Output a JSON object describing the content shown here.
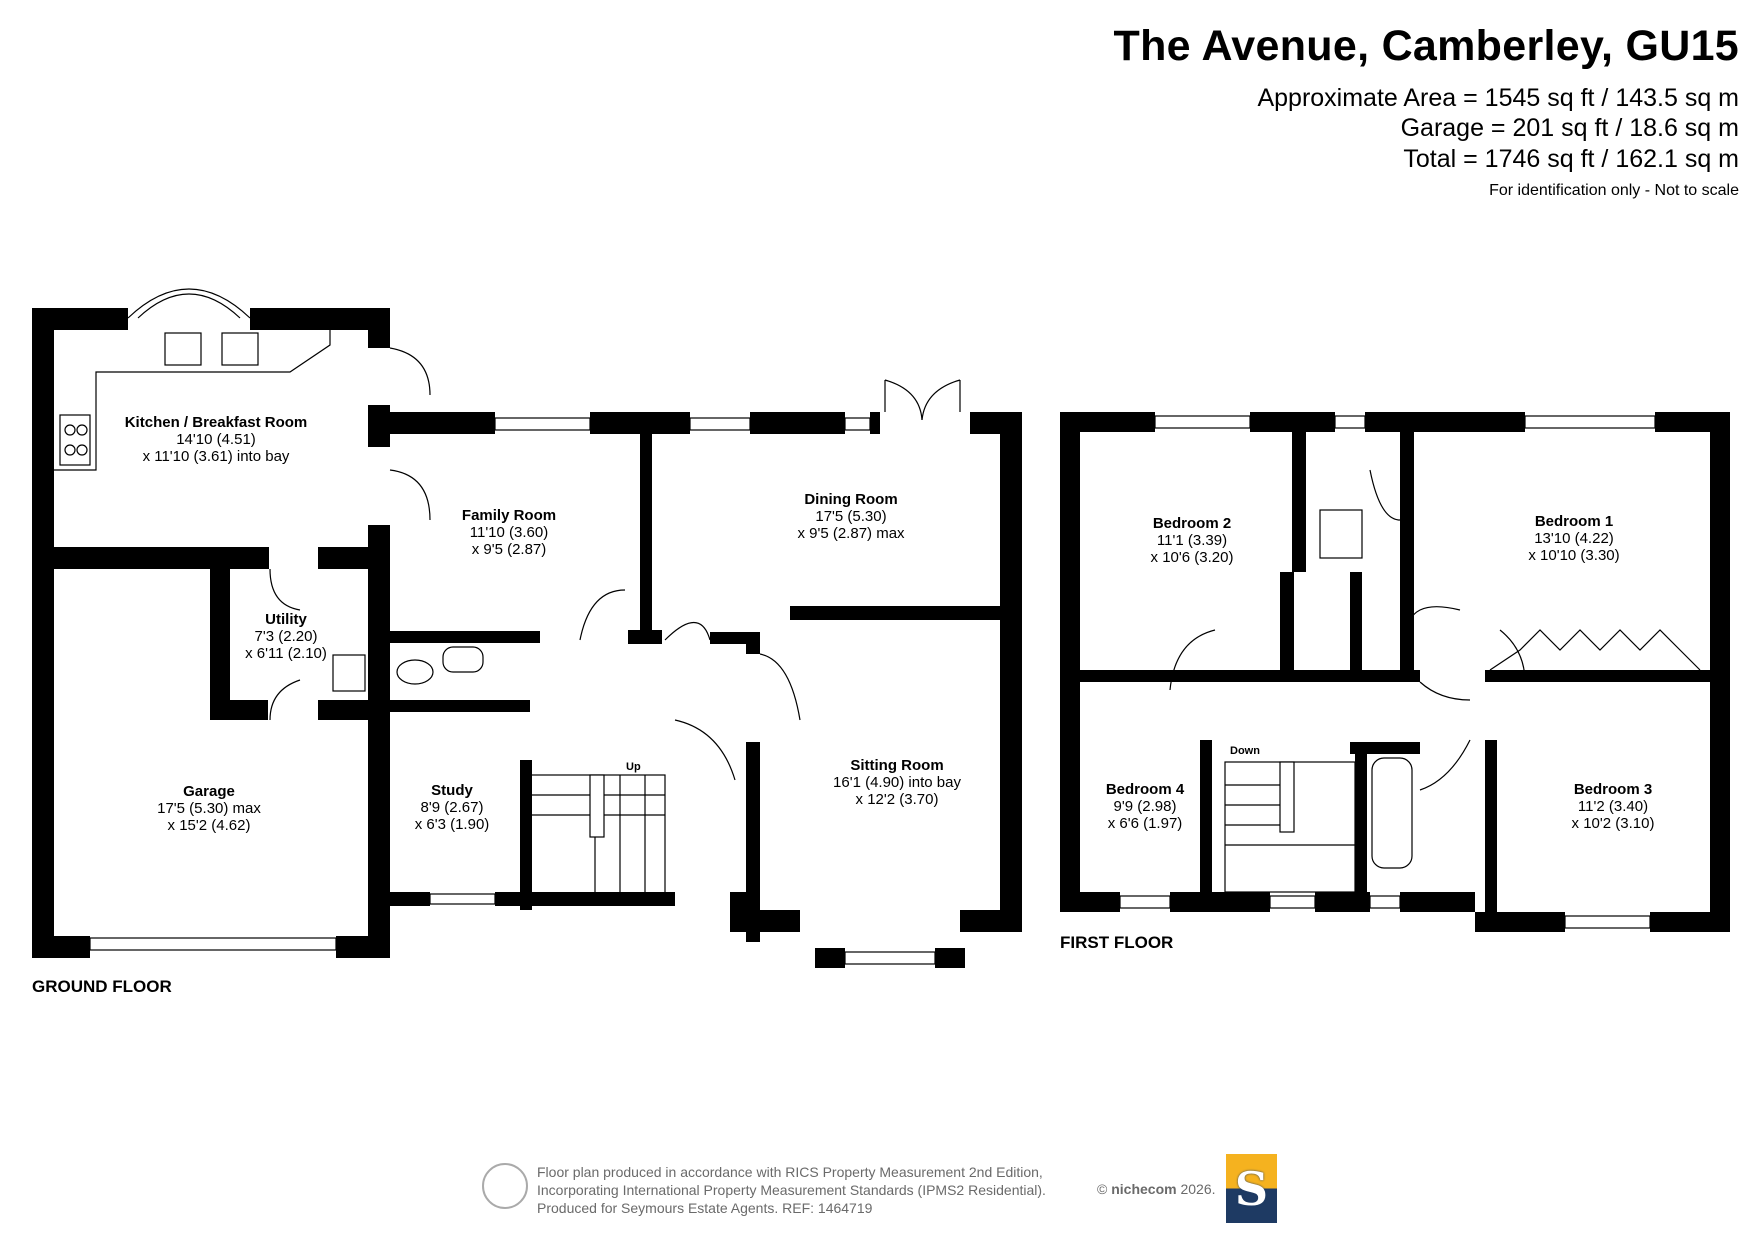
{
  "header": {
    "title": "The Avenue, Camberley, GU15",
    "area": "Approximate Area = 1545 sq ft / 143.5 sq m",
    "garage": "Garage = 201 sq ft / 18.6 sq m",
    "total": "Total = 1746 sq ft / 162.1 sq m",
    "note": "For identification only - Not to scale"
  },
  "ground_floor": {
    "label": "GROUND FLOOR",
    "stairs": "Up",
    "rooms": [
      {
        "name": "Kitchen / Breakfast Room",
        "dim1": "14'10 (4.51)",
        "dim2": "x 11'10 (3.61) into bay"
      },
      {
        "name": "Family Room",
        "dim1": "11'10 (3.60)",
        "dim2": "x 9'5 (2.87)"
      },
      {
        "name": "Dining Room",
        "dim1": "17'5 (5.30)",
        "dim2": "x 9'5 (2.87) max"
      },
      {
        "name": "Utility",
        "dim1": "7'3 (2.20)",
        "dim2": "x 6'11 (2.10)"
      },
      {
        "name": "Garage",
        "dim1": "17'5 (5.30) max",
        "dim2": "x 15'2 (4.62)"
      },
      {
        "name": "Study",
        "dim1": "8'9 (2.67)",
        "dim2": "x 6'3 (1.90)"
      },
      {
        "name": "Sitting Room",
        "dim1": "16'1 (4.90) into bay",
        "dim2": "x 12'2 (3.70)"
      }
    ]
  },
  "first_floor": {
    "label": "FIRST FLOOR",
    "stairs": "Down",
    "rooms": [
      {
        "name": "Bedroom 2",
        "dim1": "11'1 (3.39)",
        "dim2": "x 10'6 (3.20)"
      },
      {
        "name": "Bedroom 1",
        "dim1": "13'10 (4.22)",
        "dim2": "x 10'10 (3.30)"
      },
      {
        "name": "Bedroom 4",
        "dim1": "9'9 (2.98)",
        "dim2": "x 6'6 (1.97)"
      },
      {
        "name": "Bedroom 3",
        "dim1": "11'2 (3.40)",
        "dim2": "x 10'2 (3.10)"
      }
    ]
  },
  "footer": {
    "line1": "Floor plan produced in accordance with RICS Property Measurement 2nd Edition,",
    "line2": "Incorporating International Property Measurement Standards (IPMS2 Residential).",
    "line3": "Produced for Seymours Estate Agents.   REF: 1464719",
    "copyright_symbol": "©",
    "brand": "nichecom",
    "year": "2026.",
    "logo_letter": "S"
  },
  "colors": {
    "wall": "#000000",
    "window": "#ffffff",
    "logo_top": "#f5b21f",
    "logo_bottom": "#1e3a63",
    "footer_text": "#6a6a6a"
  }
}
